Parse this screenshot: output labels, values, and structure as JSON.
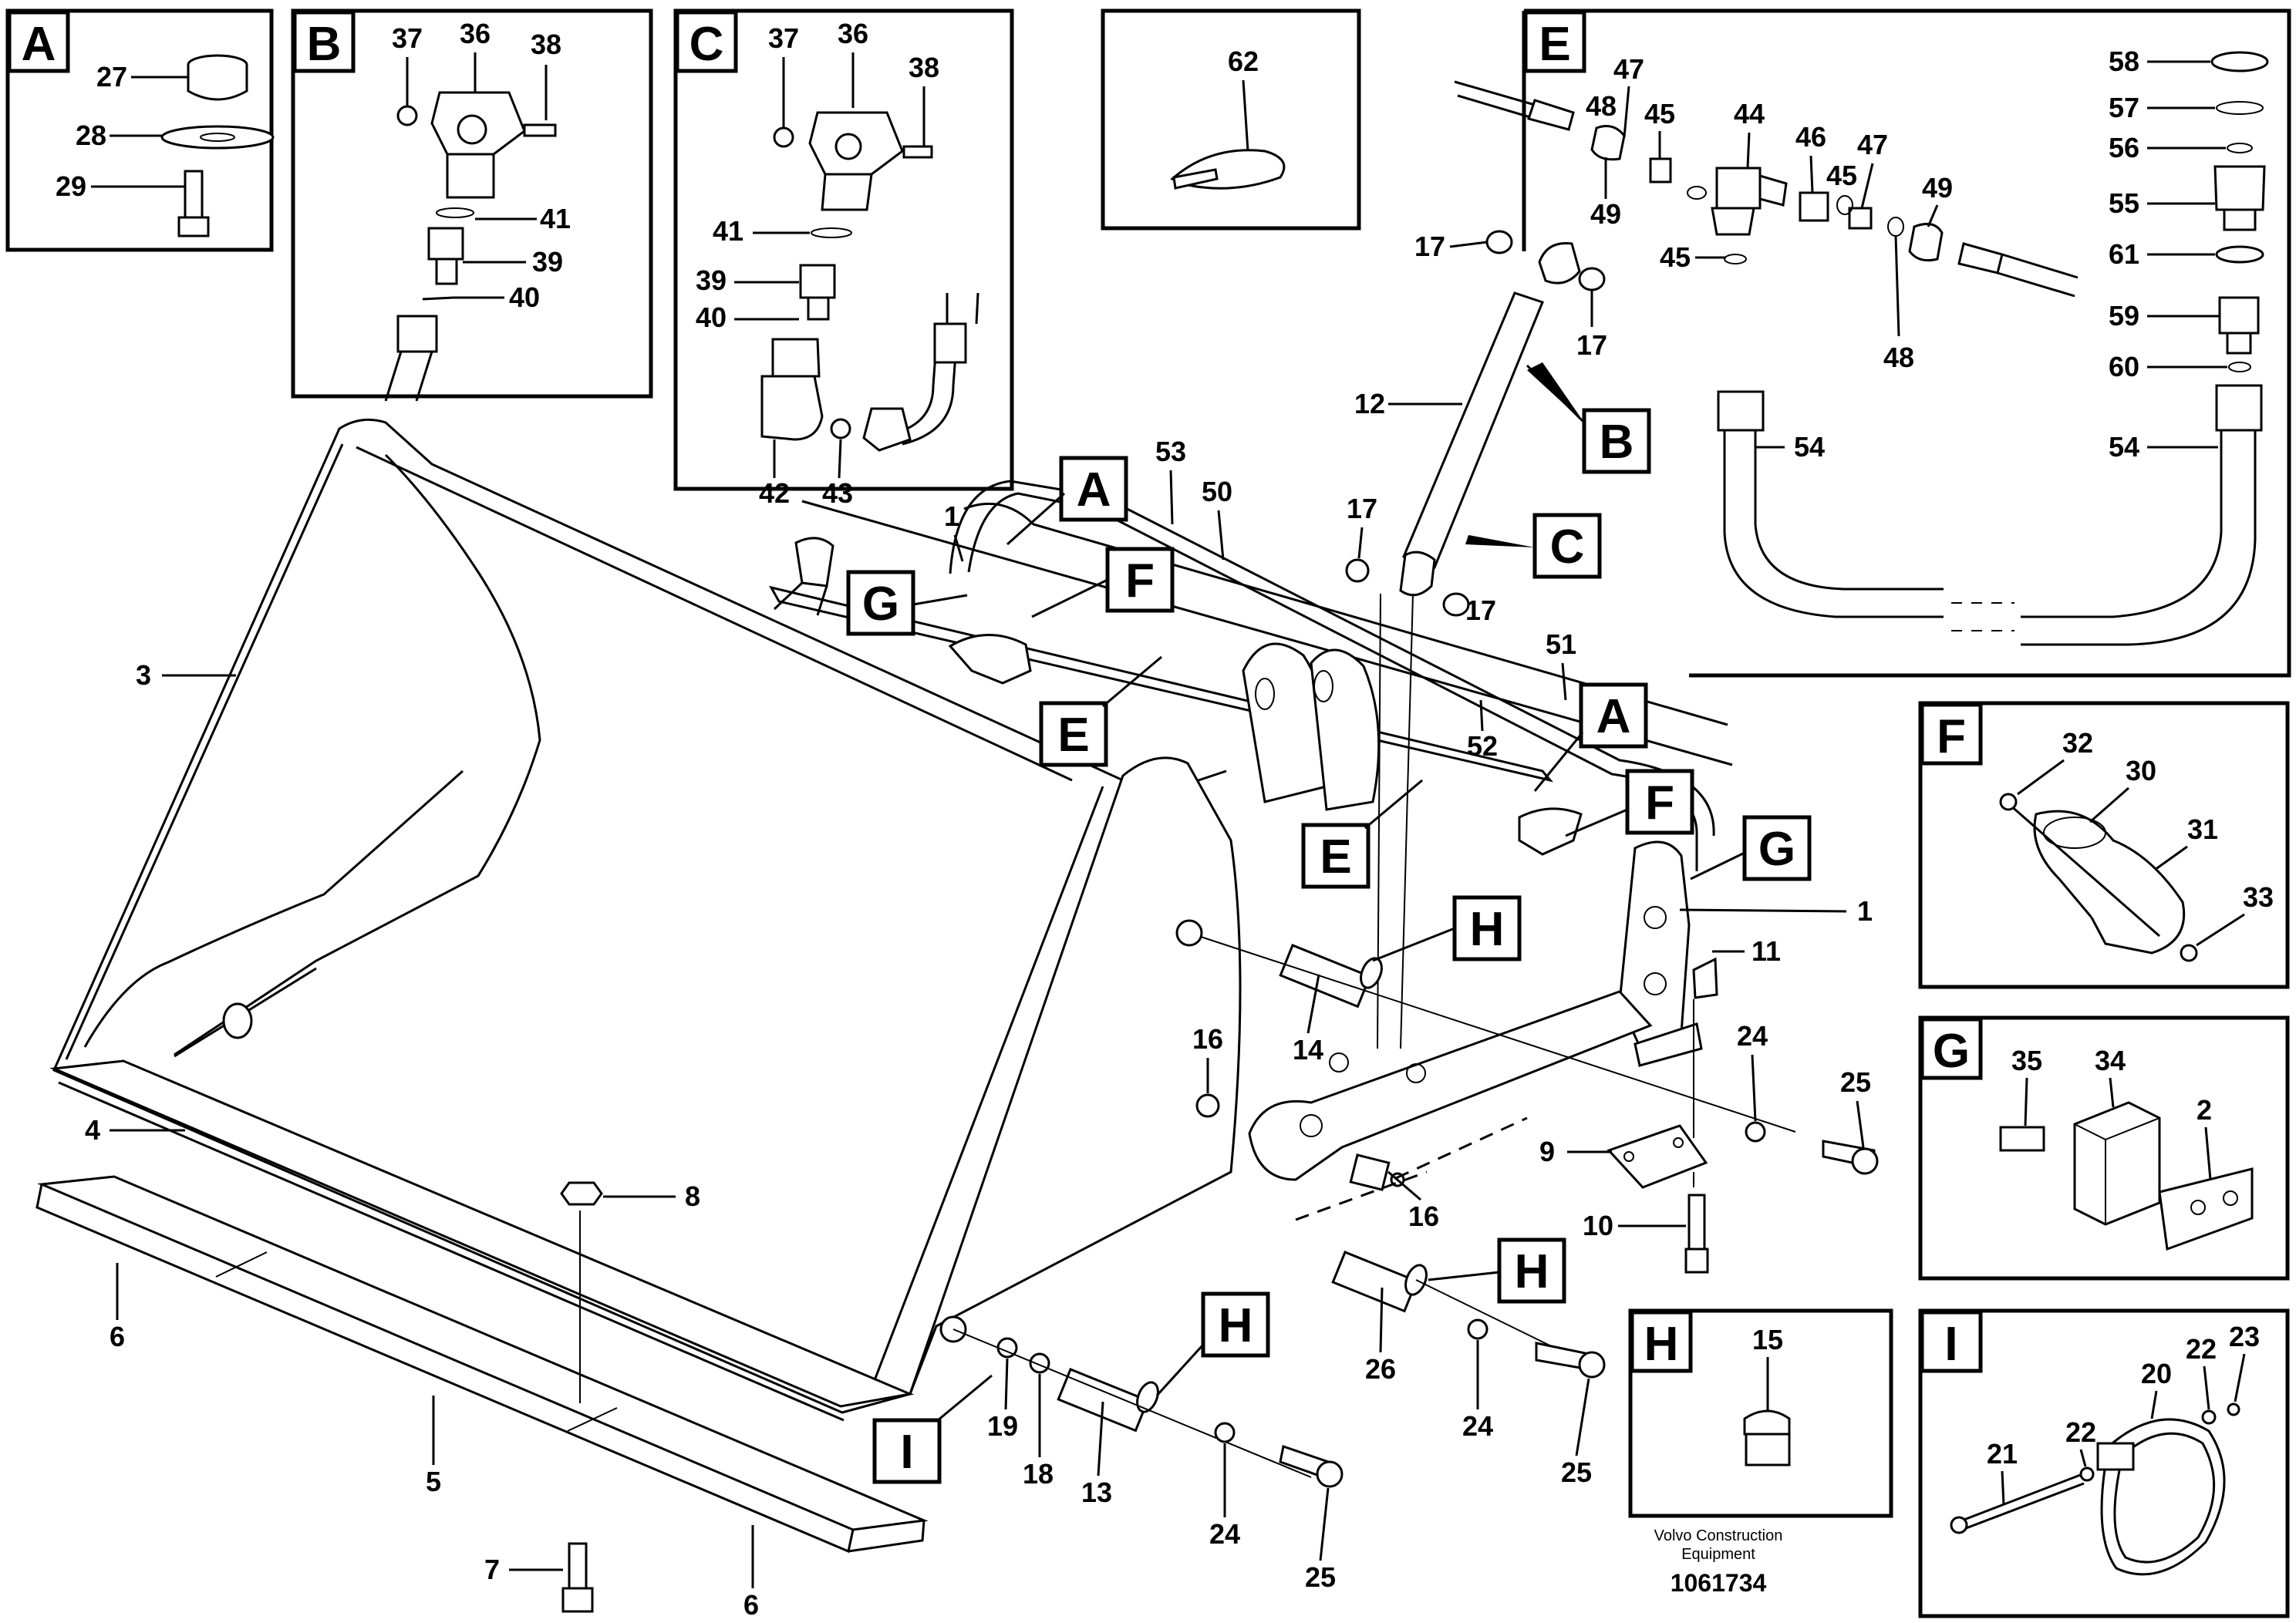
{
  "credit": {
    "line1": "Volvo Construction",
    "line2": "Equipment",
    "doc_number": "1061734"
  },
  "detail_boxes": {
    "A": {
      "letter": "A",
      "parts": [
        "27",
        "28",
        "29"
      ]
    },
    "B": {
      "letter": "B",
      "parts": [
        "37",
        "36",
        "38",
        "41",
        "39",
        "40"
      ]
    },
    "C": {
      "letter": "C",
      "parts": [
        "37",
        "36",
        "38",
        "41",
        "39",
        "40",
        "42",
        "43"
      ]
    },
    "tie": {
      "parts": [
        "62"
      ]
    },
    "E": {
      "letter": "E",
      "parts": [
        "47",
        "48",
        "45",
        "44",
        "46",
        "47",
        "45",
        "49",
        "49",
        "45",
        "48",
        "58",
        "57",
        "56",
        "55",
        "61",
        "59",
        "60",
        "54",
        "54"
      ]
    },
    "F": {
      "letter": "F",
      "parts": [
        "32",
        "30",
        "31",
        "33"
      ]
    },
    "G": {
      "letter": "G",
      "parts": [
        "35",
        "34",
        "2"
      ]
    },
    "H": {
      "letter": "H",
      "parts": [
        "15"
      ]
    },
    "I": {
      "letter": "I",
      "parts": [
        "21",
        "22",
        "20",
        "22",
        "23"
      ]
    }
  },
  "callout_letters": [
    "A",
    "B",
    "C",
    "G",
    "F",
    "E",
    "A",
    "F",
    "E",
    "G",
    "H",
    "H",
    "H",
    "I"
  ],
  "main_parts": [
    "17",
    "17",
    "12",
    "17",
    "17",
    "53",
    "50",
    "1",
    "51",
    "52",
    "3",
    "4",
    "8",
    "6",
    "5",
    "7",
    "6",
    "16",
    "14",
    "11",
    "1",
    "24",
    "25",
    "9",
    "16",
    "10",
    "26",
    "24",
    "25",
    "19",
    "18",
    "13",
    "24",
    "25"
  ]
}
